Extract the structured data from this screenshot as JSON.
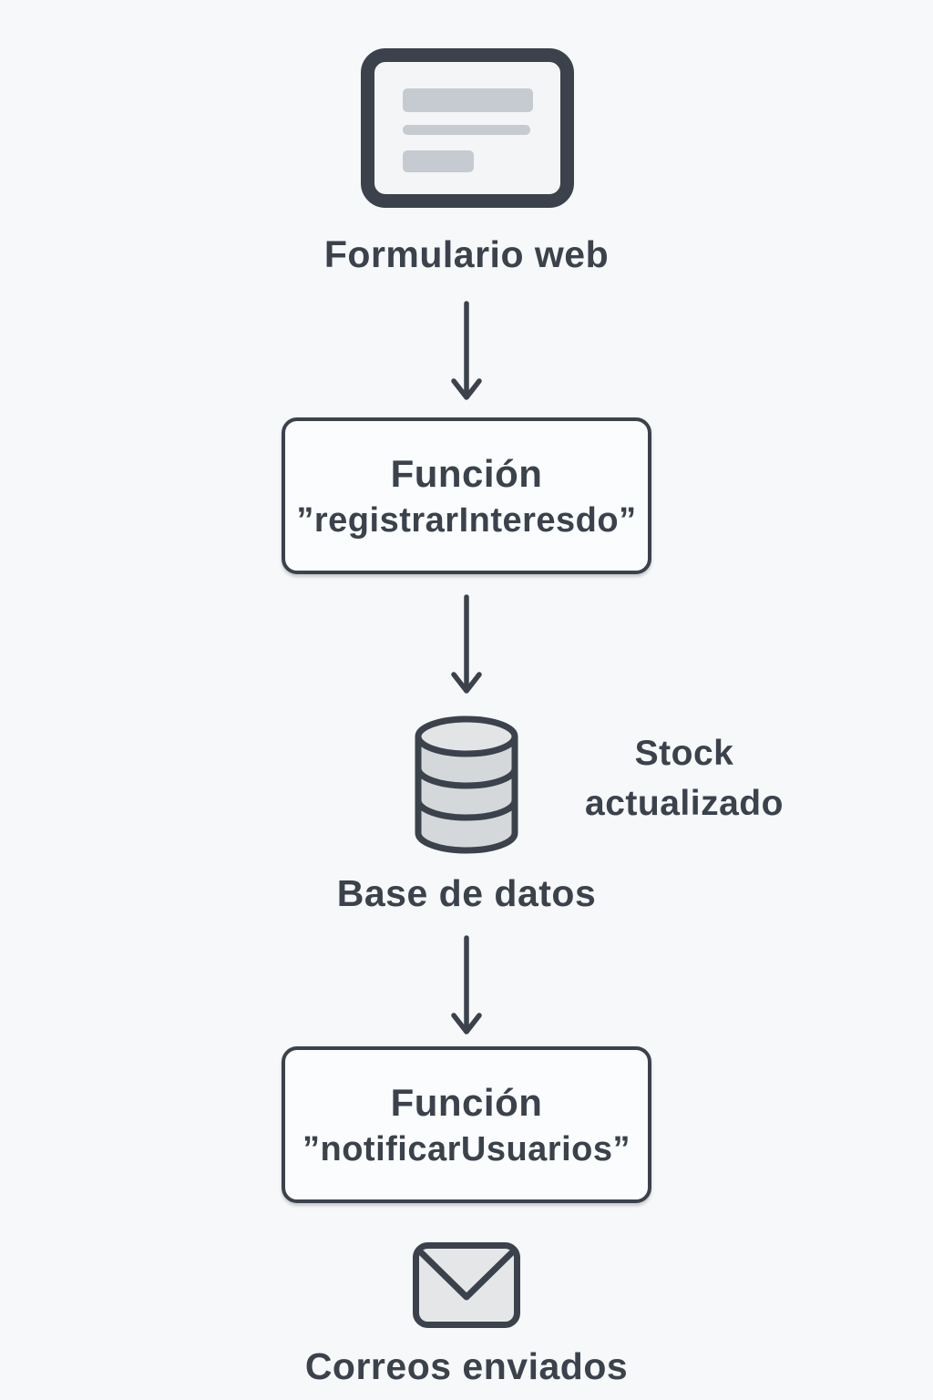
{
  "flow": {
    "form": {
      "label": "Formulario web"
    },
    "function_registrar": {
      "line1": "Función",
      "line2": "”registrarInteresdo”"
    },
    "database": {
      "label": "Base de datos",
      "note_line1": "Stock",
      "note_line2": "actualizado"
    },
    "function_notificar": {
      "line1": "Función",
      "line2": "”notificarUsuarios”"
    },
    "mail": {
      "label": "Correos enviados"
    }
  },
  "colors": {
    "ink": "#3b424c",
    "background": "#f7f8f9",
    "box_fill": "#fbfcfd",
    "database_fill": "#d5d8db",
    "database_top_fill": "#e2e4e6",
    "envelope_fill": "#e4e6e8",
    "form_bar_fill": "#c6cbd1"
  }
}
